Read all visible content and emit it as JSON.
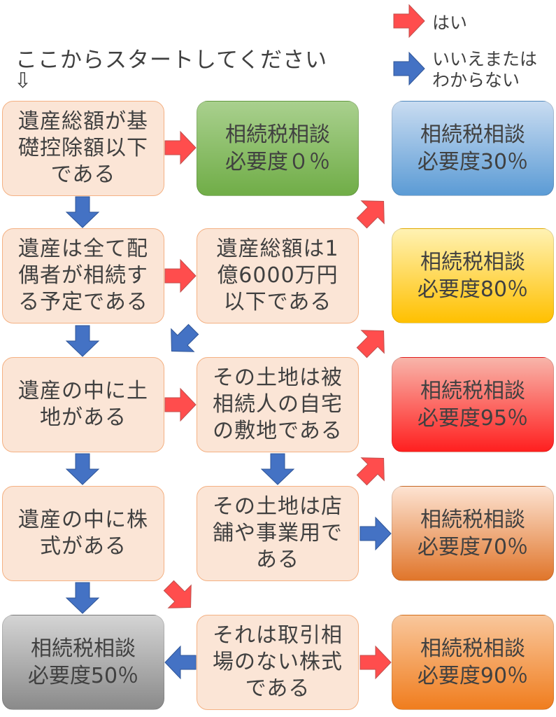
{
  "start": {
    "text": "ここからスタートしてください",
    "arrow": "⇩"
  },
  "legend": {
    "yes": {
      "label": "はい",
      "color": "#ff4d4d"
    },
    "no": {
      "label": "いいえまたは\nわからない",
      "color": "#4472c4"
    }
  },
  "questions": {
    "q1": "遺産総額が基\n礎控除額以下\nである",
    "q2": "遺産は全て配\n偶者が相続す\nる予定である",
    "q3": "遺産総額は1\n億6000万円\n以下である",
    "q4": "遺産の中に土\n地がある",
    "q5": "その土地は被\n相続人の自宅\nの敷地である",
    "q6": "遺産の中に株\n式がある",
    "q7": "その土地は店\n舗や事業用で\nある",
    "q8": "それは取引相\n場のない株式\nである"
  },
  "results": {
    "r0": "相続税相談\n必要度０％",
    "r30": "相続税相談\n必要度30％",
    "r80": "相続税相談\n必要度80％",
    "r95": "相続税相談\n必要度95％",
    "r70": "相続税相談\n必要度70％",
    "r50": "相続税相談\n必要度50％",
    "r90": "相続税相談\n必要度90％"
  }
}
